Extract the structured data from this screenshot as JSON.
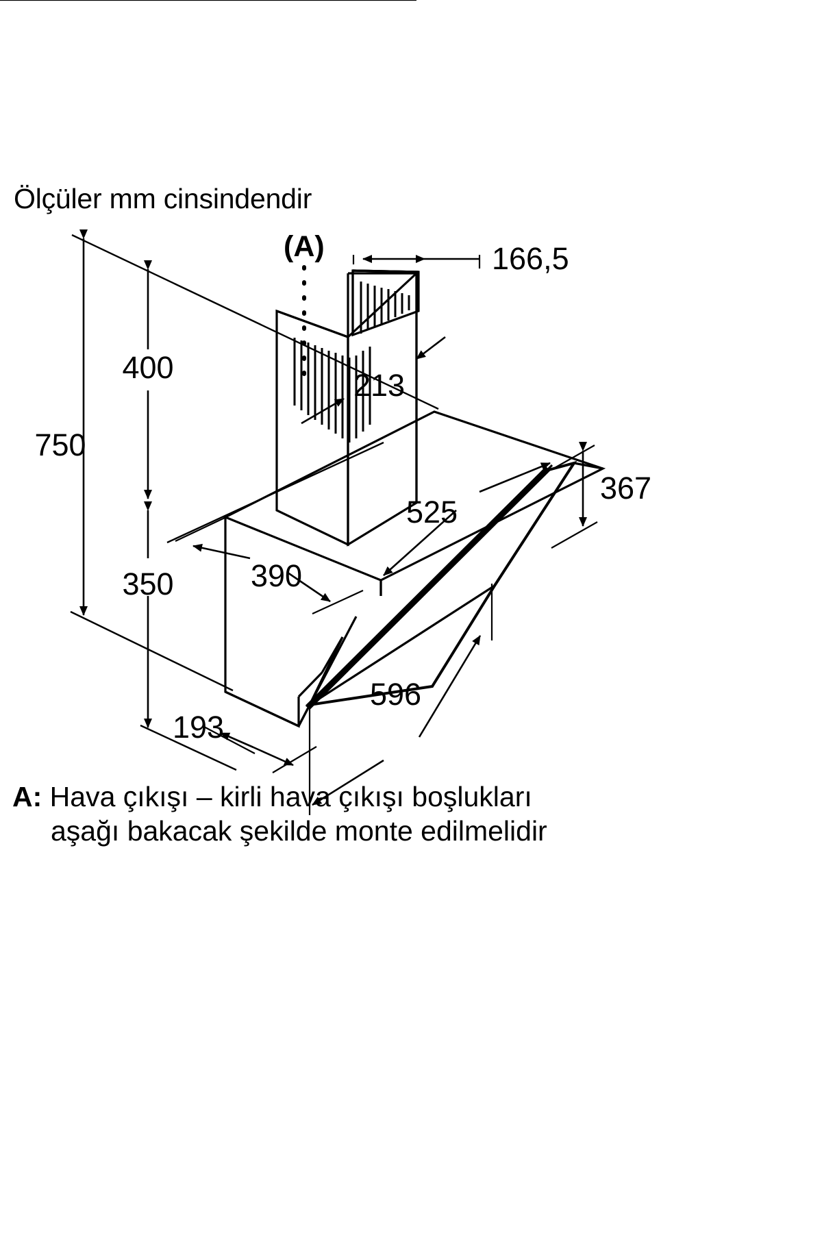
{
  "document": {
    "type": "technical-dimension-drawing",
    "subject": "inclined glass wall-mounted cooker hood",
    "projection": "isometric",
    "units_note": "Ölçüler mm cinsindendir"
  },
  "header": {
    "units_note": "Ölçüler mm cinsindendir"
  },
  "callouts": {
    "a_marker": "(A)"
  },
  "dimensions": {
    "total_height": "750",
    "chimney_height": "400",
    "body_height": "350",
    "chimney_depth": "166,5",
    "chimney_width": "213",
    "body_depth_top": "525",
    "body_depth_side": "390",
    "glass_width": "596",
    "glass_front_height": "367",
    "base_offset": "193"
  },
  "legend": {
    "key": "A:",
    "line1": "Hava çıkışı – kirli hava çıkışı boşlukları",
    "line2": "aşağı bakacak şekilde monte edilmelidir"
  },
  "colors": {
    "line": "#000000",
    "background": "#ffffff",
    "text": "#000000"
  },
  "chart_data": {
    "type": "table",
    "title": "Ölçüler mm cinsindendir",
    "categories": [
      "750",
      "400",
      "350",
      "166,5",
      "213",
      "525",
      "390",
      "596",
      "367",
      "193"
    ],
    "values": [
      750,
      400,
      350,
      166.5,
      213,
      525,
      390,
      596,
      367,
      193
    ],
    "xlabel": "",
    "ylabel": "mm",
    "annotations": [
      "(A)",
      "A: Hava çıkışı – kirli hava çıkışı boşlukları aşağı bakacak şekilde monte edilmelidir"
    ]
  }
}
